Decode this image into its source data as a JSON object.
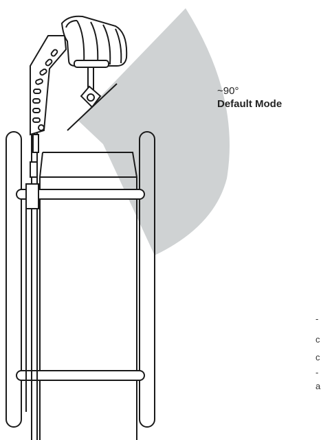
{
  "annotation": {
    "angle": "~90°",
    "mode": "Default Mode"
  },
  "colors": {
    "sweep": "#cfd2d3",
    "line": "#1a1a1a"
  },
  "edge_fragments": [
    "-",
    "c",
    "c",
    "-",
    "a"
  ]
}
